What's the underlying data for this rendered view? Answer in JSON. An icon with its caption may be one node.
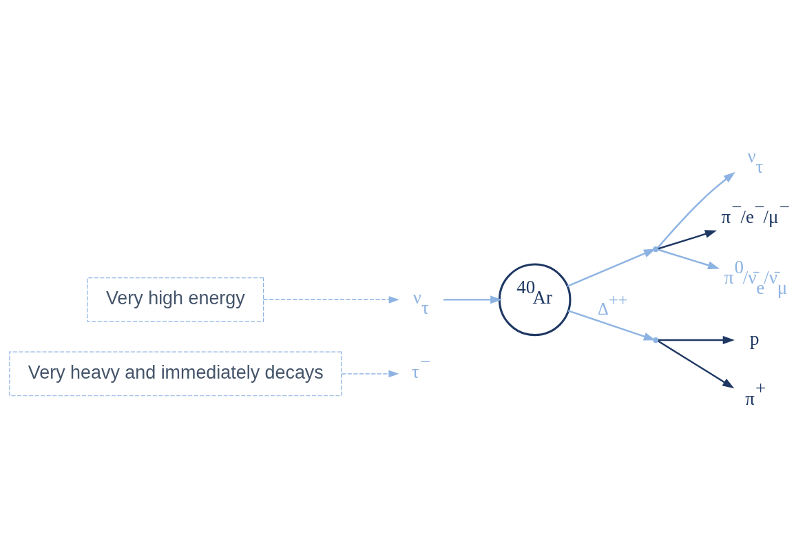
{
  "diagram": {
    "nodes": [
      {
        "text": [
          "Very heavy and immediately decays"
        ]
      },
      {
        "text": [
          "ν$_{τ}$"
        ]
      },
      {
        "text": [
          "π$^{−}$/e$^{−}$/μ$^{−}$"
        ]
      },
      {
        "text": [
          "τ$^{−}$"
        ]
      },
      {
        "text": [],
        "shape": "point"
      },
      {
        "text": [
          "ν$_{τ}$"
        ]
      },
      {
        "text": [
          "$^{40}$Ar"
        ]
      },
      {
        "text": [
          "π$^{0}$/ν̄$_{e}$/ν̄$_{μ}$"
        ]
      },
      {
        "text": [
          "Very high energy"
        ]
      },
      {
        "text": [],
        "shape": "point"
      },
      {
        "text": [
          "p"
        ]
      },
      {
        "text": [
          "π$^{+}$"
        ]
      }
    ],
    "edges": [
      {
        "from": 0,
        "to": 3,
        "arrow": "to",
        "style": "dashed"
      },
      {
        "from": 8,
        "to": 5,
        "arrow": "to",
        "style": "dashed"
      },
      {
        "from": 5,
        "to": 6,
        "arrow": "to"
      },
      {
        "from": 6,
        "to": 4,
        "arrow": "to"
      },
      {
        "from": 4,
        "to": 1,
        "arrow": "to"
      },
      {
        "from": 4,
        "to": 2,
        "arrow": "to",
        "color": "#1f3864"
      },
      {
        "from": 4,
        "to": 7,
        "arrow": "to"
      },
      {
        "from": 6,
        "to": 9,
        "arrow": "to",
        "label": "Δ$^{++}$"
      },
      {
        "from": 9,
        "to": 10,
        "arrow": "to",
        "color": "#1f3864"
      },
      {
        "from": 9,
        "to": 11,
        "arrow": "to",
        "color": "#1f3864"
      }
    ]
  }
}
